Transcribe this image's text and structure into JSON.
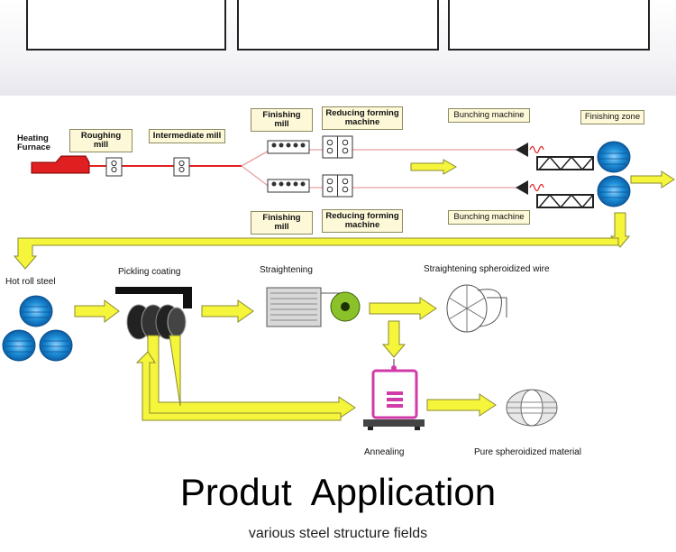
{
  "header": {
    "title": "Produt  Application",
    "subtitle": "various steel structure fields"
  },
  "line": {
    "heating_furnace": "Heating\nFurnace",
    "roughing_mill": "Roughing mill",
    "intermediate_mill": "Intermediate mill",
    "finishing_mill_top": "Finishing mill",
    "finishing_mill_bottom": "Finishing mill",
    "reducing_forming_top": "Reducing forming\nmachine",
    "reducing_forming_bottom": "Reducing forming\nmachine",
    "bunching_top": "Bunching machine",
    "bunching_bottom": "Bunching machine",
    "finishing_zone": "Finishing zone"
  },
  "process": {
    "hot_roll_steel": "Hot roll steel",
    "pickling_coating": "Pickling coating",
    "straightening": "Straightening",
    "straightening_spheroidized": "Straightening spheroidized wire",
    "annealing": "Annealing",
    "pure_spheroidized": "Pure spheroidized material"
  },
  "colors": {
    "arrow_fill": "#f5f53c",
    "arrow_stroke": "#8a8a30",
    "coil_blue": "#1e8fd8",
    "rod_red": "#e02020",
    "annealing_magenta": "#d23aa8",
    "label_bg": "#fdf8d8"
  }
}
